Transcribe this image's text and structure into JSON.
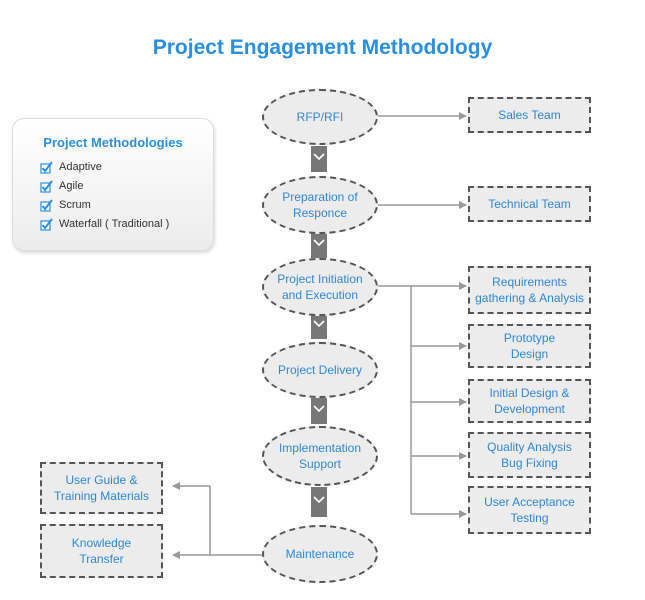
{
  "title": "Project Engagement Methodology",
  "legend": {
    "title": "Project Methodologies",
    "items": [
      "Adaptive",
      "Agile",
      "Scrum",
      "Waterfall ( Traditional )"
    ]
  },
  "flow": [
    "RFP/RFI",
    "Preparation of Responce",
    "Project Initiation and Execution",
    "Project Delivery",
    "Implementation Support",
    "Maintenance"
  ],
  "right_boxes": [
    "Sales Team",
    "Technical Team",
    "Requirements gathering & Analysis",
    "Prototype Design",
    "Initial Design & Development",
    "Quality Analysis Bug Fixing",
    "User Acceptance Testing"
  ],
  "left_boxes": [
    "User Guide & Training Materials",
    "Knowledge Transfer"
  ],
  "colors": {
    "accent": "#2b8fe0",
    "text_blue": "#2f86d6",
    "box_fill": "#ececec",
    "check": "#2b8fe0"
  }
}
